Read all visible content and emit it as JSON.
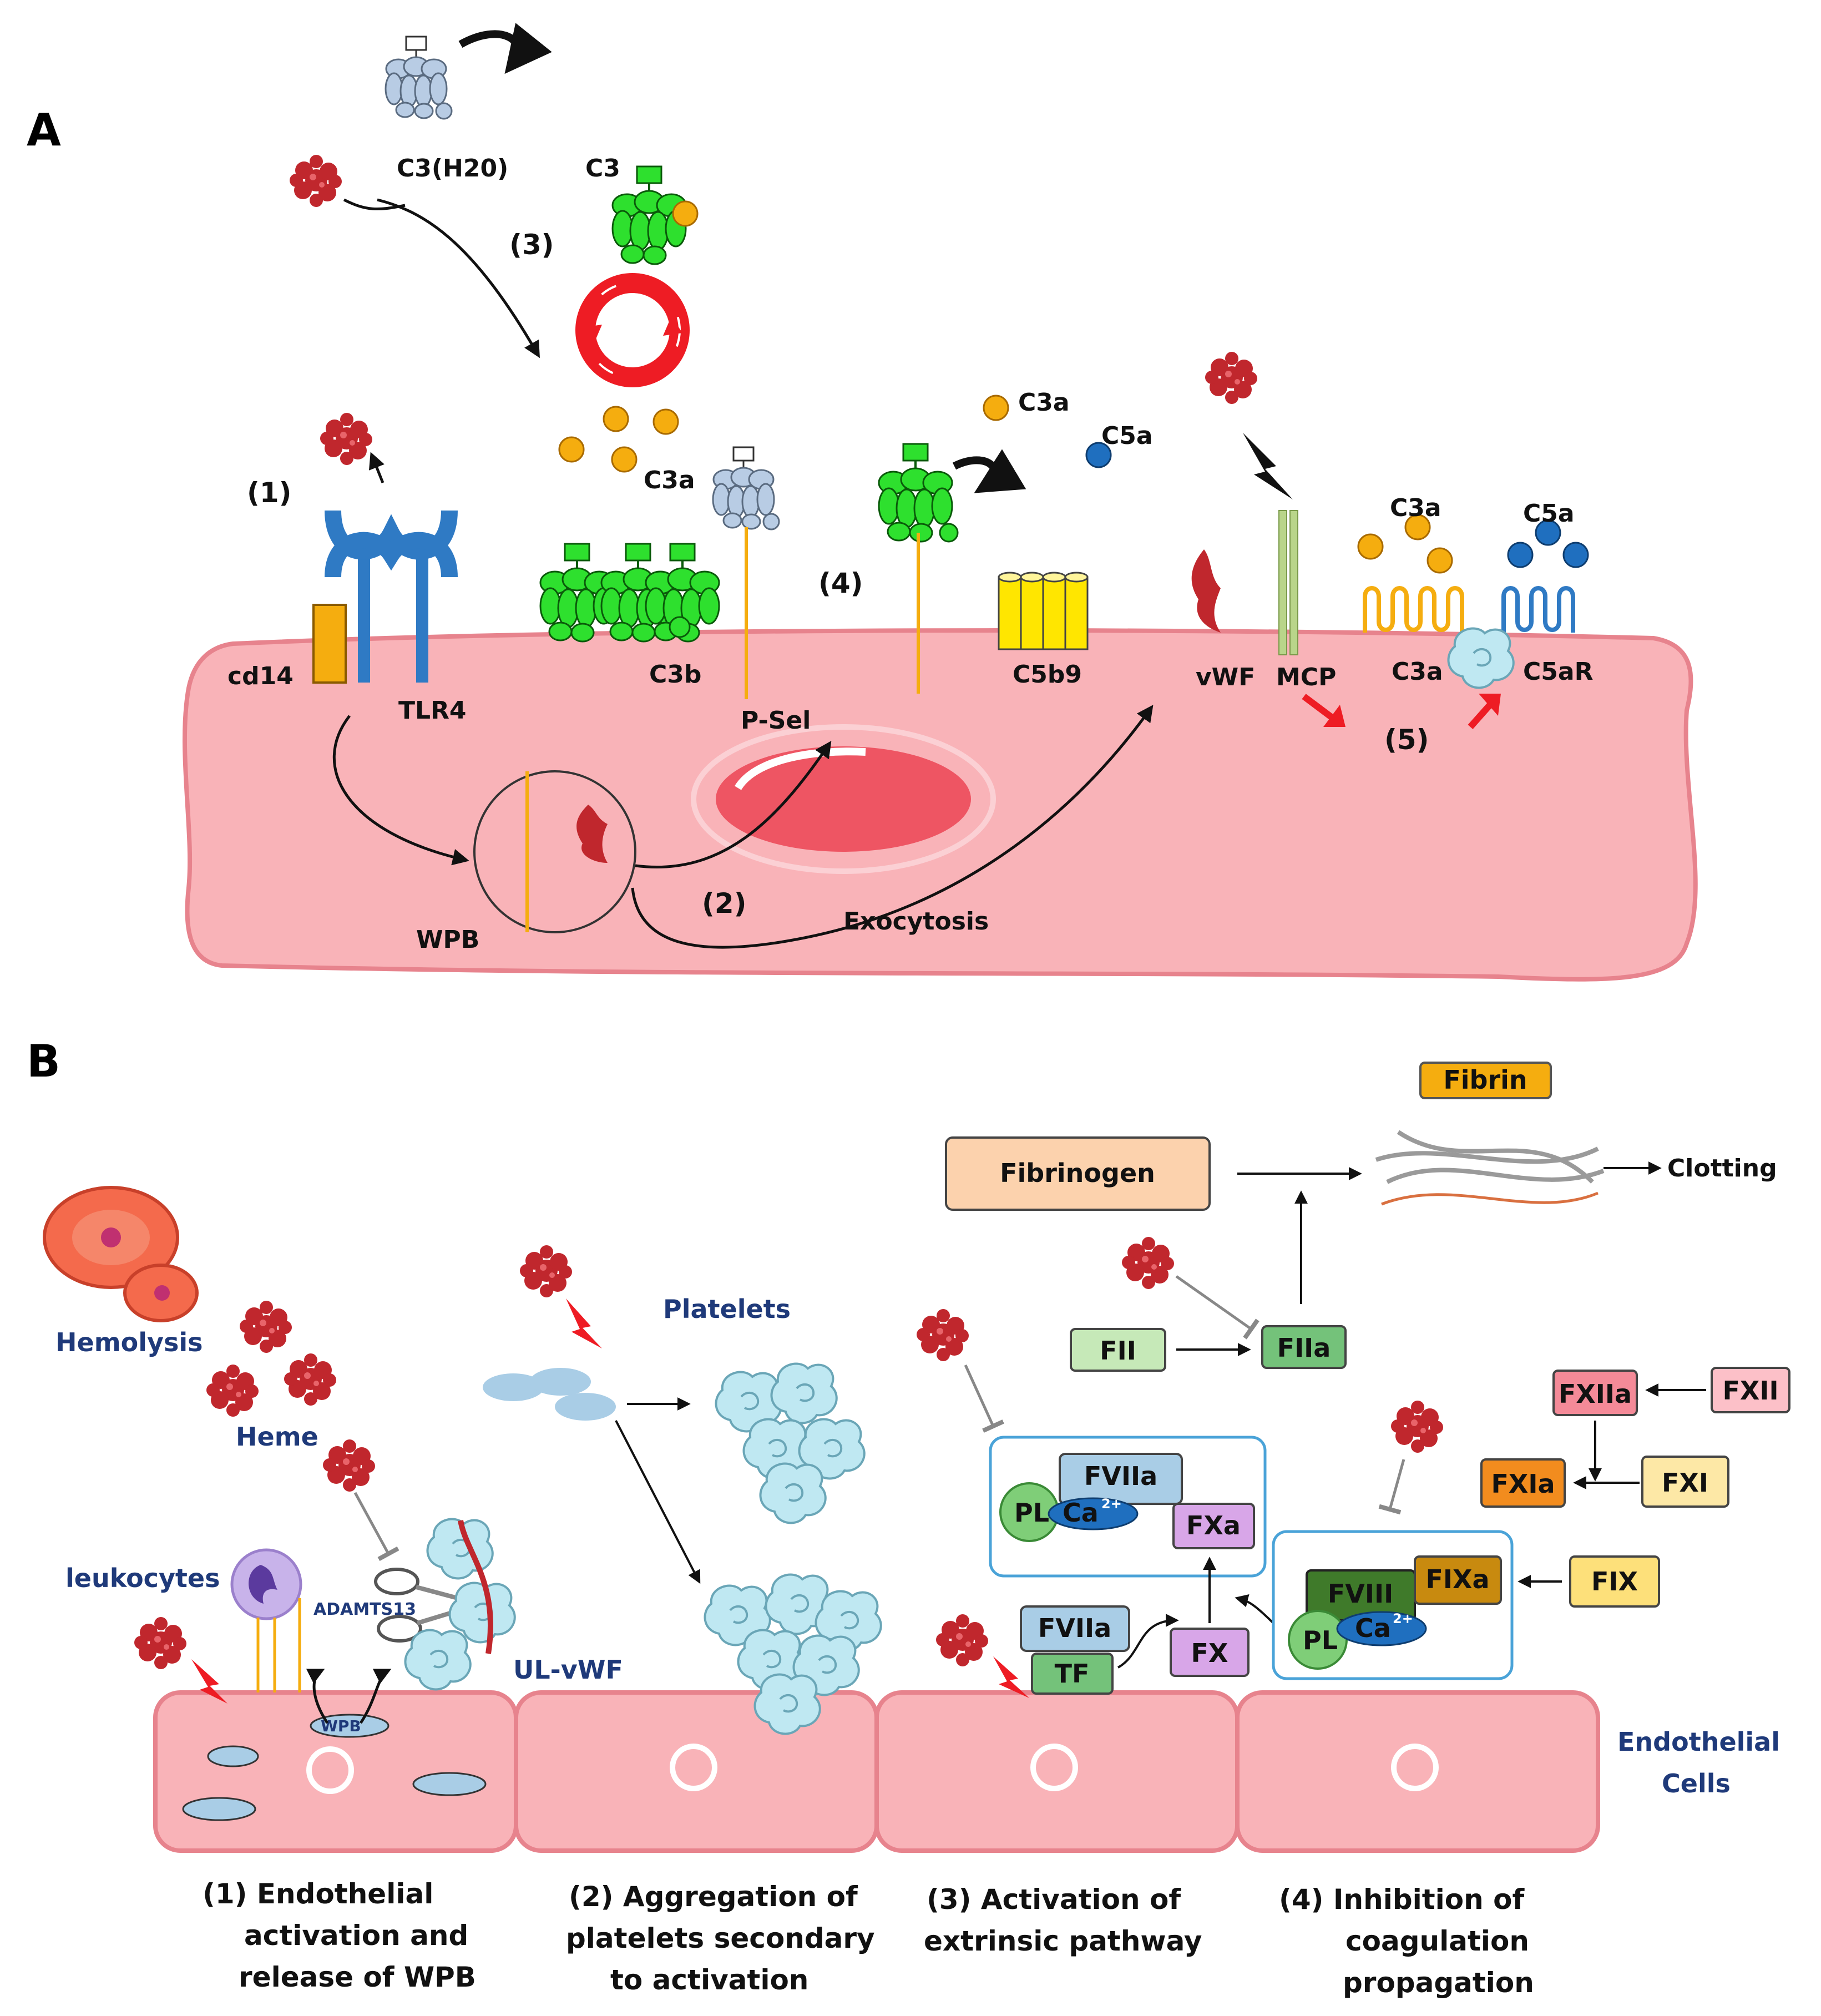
{
  "panel_a": {
    "letter": "A",
    "labels": {
      "c3h2o": "C3(H20)",
      "c3": "C3",
      "step3": "(3)",
      "step1": "(1)",
      "step4": "(4)",
      "step2": "(2)",
      "step5": "(5)",
      "c3a_top": "C3a",
      "c5a_top": "C5a",
      "c3a_mid": "C3a",
      "c3a_r1": "C3a",
      "c5a_r1": "C5a",
      "cd14": "cd14",
      "tlr4": "TLR4",
      "c3b": "C3b",
      "psel": "P-Sel",
      "c5b9": "C5b9",
      "vwf": "vWF",
      "mcp": "MCP",
      "c3a_r2": "C3a",
      "c5ar": "C5aR",
      "wpb": "WPB",
      "exocytosis": "Exocytosis"
    }
  },
  "panel_b": {
    "letter": "B",
    "labels": {
      "hemolysis": "Hemolysis",
      "heme": "Heme",
      "leukocytes": "leukocytes",
      "adamts13": "ADAMTS13",
      "ul_vwf": "UL-vWF",
      "wpb": "WPB",
      "platelets": "Platelets",
      "endothelial_1": "Endothelial",
      "endothelial_2": "Cells",
      "clotting": "Clotting"
    },
    "boxes": {
      "fibrin": "Fibrin",
      "fibrinogen": "Fibrinogen",
      "fii": "FII",
      "fiia": "FIIa",
      "fxiia": "FXIIa",
      "fxii": "FXII",
      "fxia": "FXIa",
      "fxi": "FXI",
      "fviia_complex": "FVIIa",
      "pl_1": "PL",
      "ca_1": "Ca",
      "ca_sup_1": "2+",
      "fxa": "FXa",
      "fviia_tf": "FVIIa",
      "tf": "TF",
      "fx": "FX",
      "fviii": "FVIII",
      "fixa": "FIXa",
      "pl_2": "PL",
      "ca_2": "Ca",
      "ca_sup_2": "2+",
      "fix": "FIX"
    },
    "captions": {
      "c1_l1": "(1)   Endothelial",
      "c1_l2": "activation and",
      "c1_l3": "release of WPB",
      "c2_l1": "(2)   Aggregation of",
      "c2_l2": "platelets secondary",
      "c2_l3": "to activation",
      "c3_l1": "(3)   Activation of",
      "c3_l2": "extrinsic pathway",
      "c4_l1": "(4)   Inhibition of",
      "c4_l2": "coagulation",
      "c4_l3": "propagation"
    }
  },
  "colors": {
    "cell_fill": "#f9b3b8",
    "cell_stroke": "#e7838d",
    "c3_green": "#2ee02e",
    "c3a_orange": "#f5ad0f",
    "c5a_blue": "#1f6fbf",
    "receptor_blue": "#2f7ac4",
    "heme_red": "#c0272d",
    "arrow_red": "#ee1c24",
    "label_blue": "#1f3a7a"
  }
}
